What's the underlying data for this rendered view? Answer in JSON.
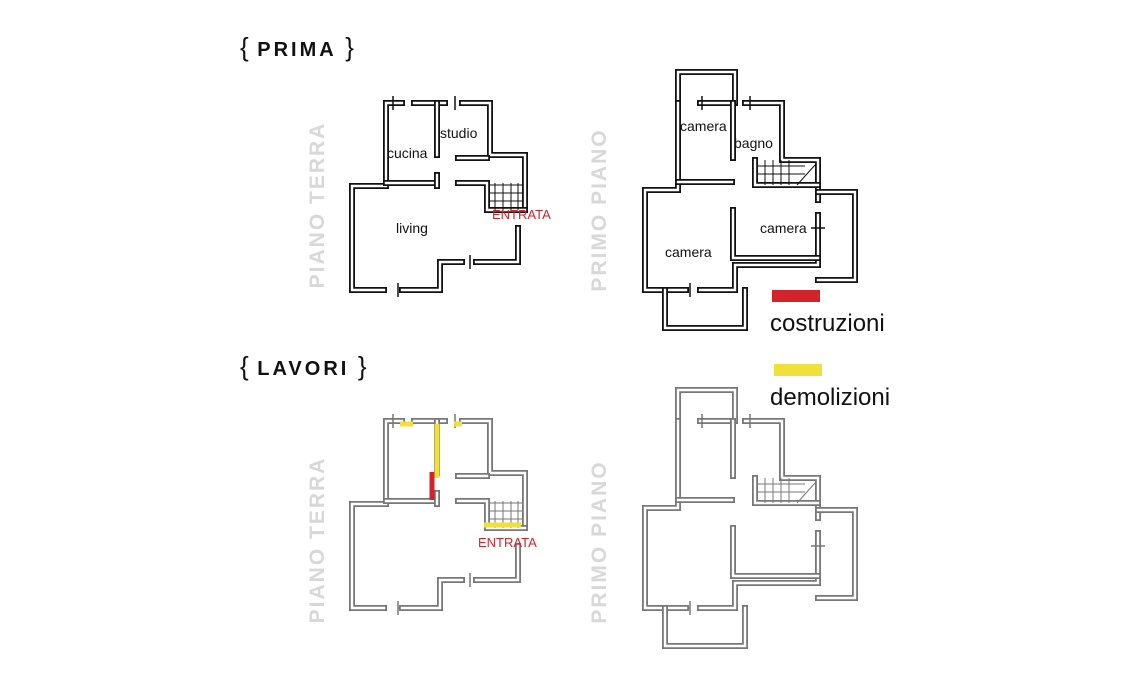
{
  "sections": {
    "before": "PRIMA",
    "works": "LAVORI",
    "brace_open": "{",
    "brace_close": "}"
  },
  "floors": {
    "ground": "PIANO TERRA",
    "first": "PRIMO PIANO"
  },
  "rooms": {
    "cucina": "cucina",
    "studio": "studio",
    "living": "living",
    "camera": "camera",
    "bagno": "bagno"
  },
  "entrance": "ENTRATA",
  "legend": [
    {
      "label": "costruzioni",
      "color": "#d2232a"
    },
    {
      "label": "demolizioni",
      "color": "#f2e03a"
    }
  ]
}
